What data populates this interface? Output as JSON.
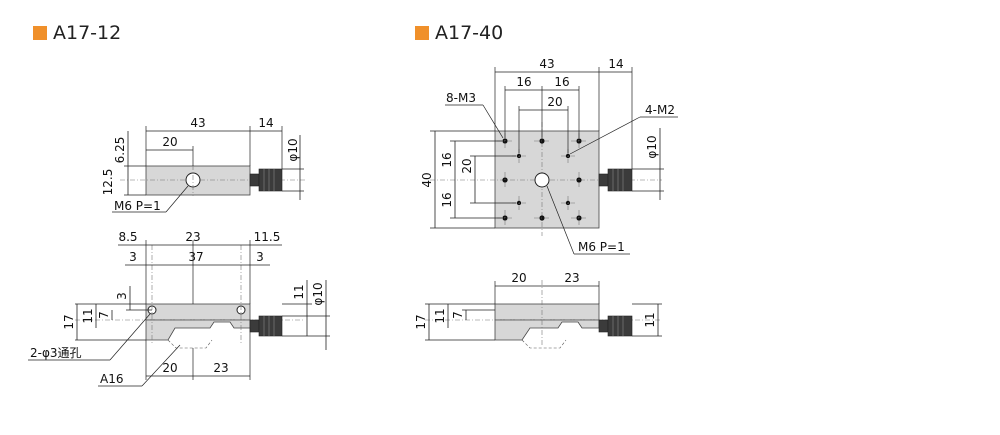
{
  "models": [
    {
      "title": "A17-12",
      "top_view": {
        "dims": [
          "43",
          "14",
          "20",
          "6.25",
          "12.5",
          "φ10"
        ],
        "callouts": [
          "M6 P=1"
        ]
      },
      "side_view": {
        "dims": [
          "8.5",
          "23",
          "11.5",
          "3",
          "37",
          "3",
          "3",
          "7",
          "11",
          "17",
          "11",
          "φ10",
          "20",
          "23"
        ],
        "callouts": [
          "2-φ3通孔",
          "A16"
        ]
      }
    },
    {
      "title": "A17-40",
      "top_view": {
        "dims": [
          "43",
          "14",
          "16",
          "16",
          "20",
          "16",
          "20",
          "16",
          "40",
          "φ10"
        ],
        "callouts": [
          "8-M3",
          "4-M2",
          "M6 P=1"
        ]
      },
      "side_view": {
        "dims": [
          "20",
          "23",
          "17",
          "11",
          "7",
          "11"
        ],
        "callouts": []
      }
    }
  ],
  "colors": {
    "accent": "#f0902a",
    "part_fill": "#d7d7d7"
  }
}
